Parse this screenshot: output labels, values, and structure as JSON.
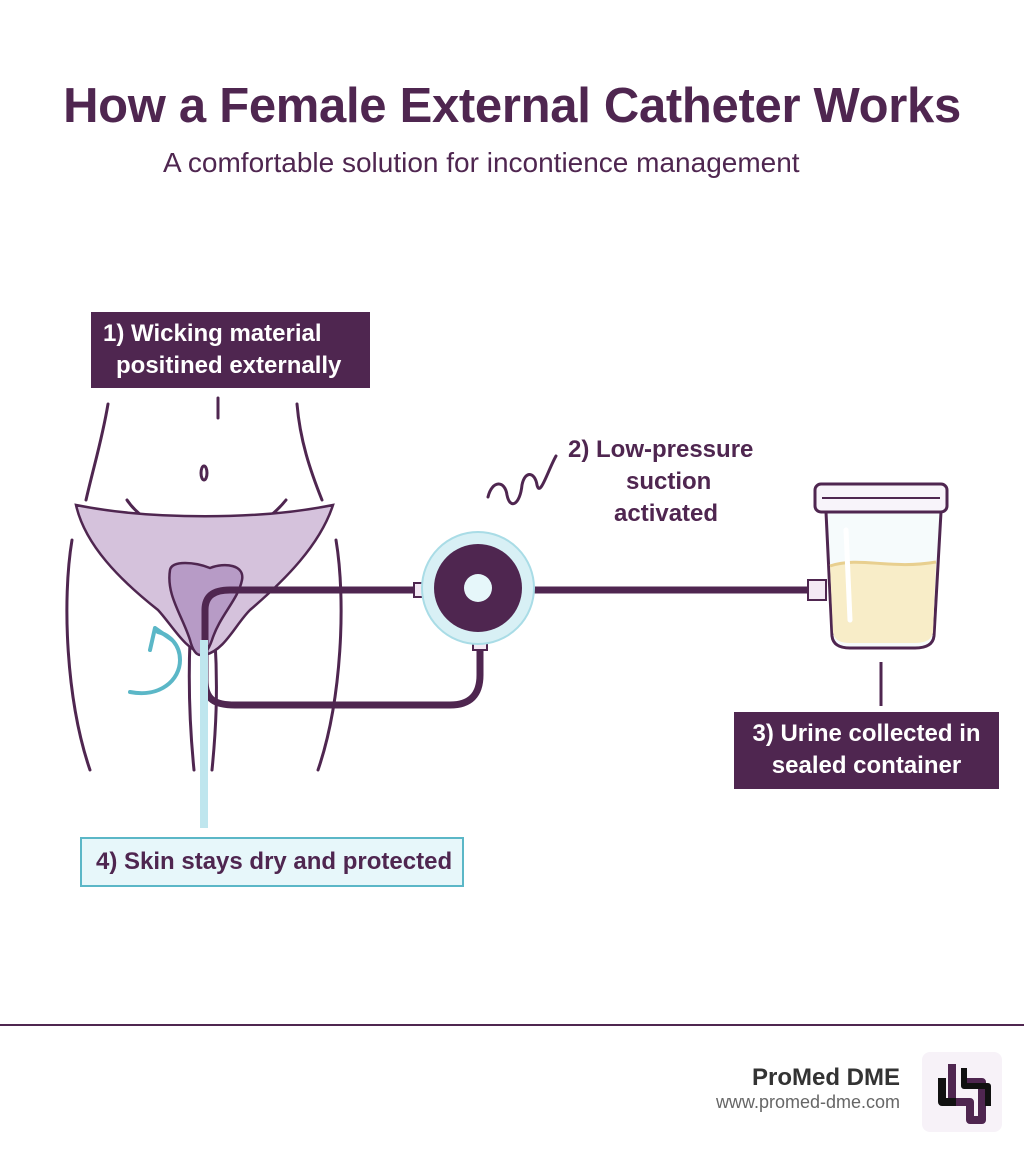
{
  "header": {
    "title": "How a Female External Catheter Works",
    "subtitle": "A comfortable solution for incontience management"
  },
  "steps": {
    "step1": {
      "line1": "1) Wicking material",
      "line2": "positined externally"
    },
    "step2": {
      "line1": "2) Low-pressure",
      "line2": "suction",
      "line3": "activated"
    },
    "step3": {
      "line1": "3) Urine collected in",
      "line2": "sealed container"
    },
    "step4": {
      "line1": "4) Skin stays dry and protected"
    }
  },
  "footer": {
    "brand": "ProMed DME",
    "url": "www.promed-dme.com"
  },
  "colors": {
    "primary": "#4f2650",
    "teal": "#5bb7c7",
    "underwear": "#d5c2dc",
    "urine": "#f8edc8",
    "pump_ring": "#d8f0f5"
  },
  "icons": [
    "body-outline-icon",
    "arrow-curve-icon",
    "pump-icon",
    "squiggle-icon",
    "container-icon",
    "promed-logo-icon"
  ]
}
